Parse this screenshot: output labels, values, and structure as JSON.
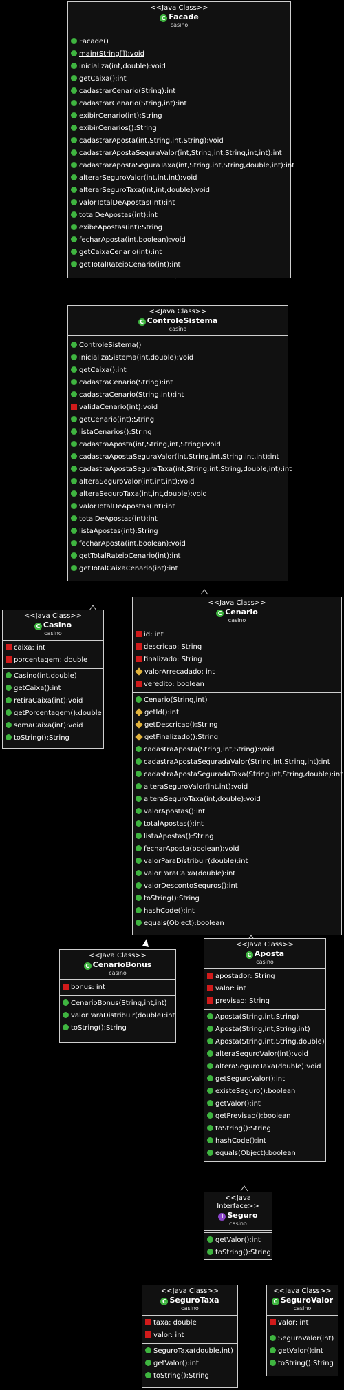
{
  "colors": {
    "public": "#3fb540",
    "private": "#d11b1b",
    "protected": "#e2b33c",
    "interface": "#8a44c8",
    "border": "#cfcfcf",
    "background": "#111111"
  },
  "classes": [
    {
      "id": "facade",
      "stereotype": "<<Java Class>>",
      "badge": "C",
      "name": "Facade",
      "package": "casino",
      "fields": [],
      "methods": [
        {
          "vis": "public",
          "text": "Facade()"
        },
        {
          "vis": "public",
          "text": "main(String[]):void",
          "static": true
        },
        {
          "vis": "public",
          "text": "inicializa(int,double):void"
        },
        {
          "vis": "public",
          "text": "getCaixa():int"
        },
        {
          "vis": "public",
          "text": "cadastrarCenario(String):int"
        },
        {
          "vis": "public",
          "text": "cadastrarCenario(String,int):int"
        },
        {
          "vis": "public",
          "text": "exibirCenario(int):String"
        },
        {
          "vis": "public",
          "text": "exibirCenarios():String"
        },
        {
          "vis": "public",
          "text": "cadastrarAposta(int,String,int,String):void"
        },
        {
          "vis": "public",
          "text": "cadastrarApostaSeguraValor(int,String,int,String,int,int):int"
        },
        {
          "vis": "public",
          "text": "cadastrarApostaSeguraTaxa(int,String,int,String,double,int):int"
        },
        {
          "vis": "public",
          "text": "alterarSeguroValor(int,int,int):void"
        },
        {
          "vis": "public",
          "text": "alterarSeguroTaxa(int,int,double):void"
        },
        {
          "vis": "public",
          "text": "valorTotalDeApostas(int):int"
        },
        {
          "vis": "public",
          "text": "totalDeApostas(int):int"
        },
        {
          "vis": "public",
          "text": "exibeApostas(int):String"
        },
        {
          "vis": "public",
          "text": "fecharAposta(int,boolean):void"
        },
        {
          "vis": "public",
          "text": "getCaixaCenario(int):int"
        },
        {
          "vis": "public",
          "text": "getTotalRateioCenario(int):int"
        }
      ]
    },
    {
      "id": "controle",
      "stereotype": "<<Java Class>>",
      "badge": "C",
      "name": "ControleSistema",
      "package": "casino",
      "fields": [],
      "methods": [
        {
          "vis": "public",
          "text": "ControleSistema()"
        },
        {
          "vis": "public",
          "text": "inicializaSistema(int,double):void"
        },
        {
          "vis": "public",
          "text": "getCaixa():int"
        },
        {
          "vis": "public",
          "text": "cadastraCenario(String):int"
        },
        {
          "vis": "public",
          "text": "cadastraCenario(String,int):int"
        },
        {
          "vis": "private",
          "text": "validaCenario(int):void"
        },
        {
          "vis": "public",
          "text": "getCenario(int):String"
        },
        {
          "vis": "public",
          "text": "listaCenarios():String"
        },
        {
          "vis": "public",
          "text": "cadastraAposta(int,String,int,String):void"
        },
        {
          "vis": "public",
          "text": "cadastraApostaSeguraValor(int,String,int,String,int,int):int"
        },
        {
          "vis": "public",
          "text": "cadastraApostaSeguraTaxa(int,String,int,String,double,int):int"
        },
        {
          "vis": "public",
          "text": "alteraSeguroValor(int,int,int):void"
        },
        {
          "vis": "public",
          "text": "alteraSeguroTaxa(int,int,double):void"
        },
        {
          "vis": "public",
          "text": "valorTotalDeApostas(int):int"
        },
        {
          "vis": "public",
          "text": "totalDeApostas(int):int"
        },
        {
          "vis": "public",
          "text": "listaApostas(int):String"
        },
        {
          "vis": "public",
          "text": "fecharAposta(int,boolean):void"
        },
        {
          "vis": "public",
          "text": "getTotalRateioCenario(int):int"
        },
        {
          "vis": "public",
          "text": "getTotalCaixaCenario(int):int"
        }
      ]
    },
    {
      "id": "casinoClass",
      "stereotype": "<<Java Class>>",
      "badge": "C",
      "name": "Casino",
      "package": "casino",
      "fields": [
        {
          "vis": "private",
          "text": "caixa: int"
        },
        {
          "vis": "private",
          "text": "porcentagem: double"
        }
      ],
      "methods": [
        {
          "vis": "public",
          "text": "Casino(int,double)"
        },
        {
          "vis": "public",
          "text": "getCaixa():int"
        },
        {
          "vis": "public",
          "text": "retiraCaixa(int):void"
        },
        {
          "vis": "public",
          "text": "getPorcentagem():double"
        },
        {
          "vis": "public",
          "text": "somaCaixa(int):void"
        },
        {
          "vis": "public",
          "text": "toString():String"
        }
      ]
    },
    {
      "id": "cenario",
      "stereotype": "<<Java Class>>",
      "badge": "C",
      "name": "Cenario",
      "package": "casino",
      "fields": [
        {
          "vis": "private",
          "text": "id: int"
        },
        {
          "vis": "private",
          "text": "descricao: String"
        },
        {
          "vis": "private",
          "text": "finalizado: String"
        },
        {
          "vis": "protected",
          "text": "valorArrecadado: int"
        },
        {
          "vis": "private",
          "text": "veredito: boolean"
        }
      ],
      "methods": [
        {
          "vis": "public",
          "text": "Cenario(String,int)"
        },
        {
          "vis": "protected",
          "text": "getId():int"
        },
        {
          "vis": "protected",
          "text": "getDescricao():String"
        },
        {
          "vis": "protected",
          "text": "getFinalizado():String"
        },
        {
          "vis": "public",
          "text": "cadastraAposta(String,int,String):void"
        },
        {
          "vis": "public",
          "text": "cadastraApostaSeguradaValor(String,int,String,int):int"
        },
        {
          "vis": "public",
          "text": "cadastraApostaSeguradaTaxa(String,int,String,double):int"
        },
        {
          "vis": "public",
          "text": "alteraSeguroValor(int,int):void"
        },
        {
          "vis": "public",
          "text": "alteraSeguroTaxa(int,double):void"
        },
        {
          "vis": "public",
          "text": "valorApostas():int"
        },
        {
          "vis": "public",
          "text": "totalApostas():int"
        },
        {
          "vis": "public",
          "text": "listaApostas():String"
        },
        {
          "vis": "public",
          "text": "fecharAposta(boolean):void"
        },
        {
          "vis": "public",
          "text": "valorParaDistribuir(double):int"
        },
        {
          "vis": "public",
          "text": "valorParaCaixa(double):int"
        },
        {
          "vis": "public",
          "text": "valorDescontoSeguros():int"
        },
        {
          "vis": "public",
          "text": "toString():String"
        },
        {
          "vis": "public",
          "text": "hashCode():int"
        },
        {
          "vis": "public",
          "text": "equals(Object):boolean"
        }
      ]
    },
    {
      "id": "bonus",
      "stereotype": "<<Java Class>>",
      "badge": "C",
      "name": "CenarioBonus",
      "package": "casino",
      "fields": [
        {
          "vis": "private",
          "text": "bonus: int"
        }
      ],
      "methods": [
        {
          "vis": "public",
          "text": "CenarioBonus(String,int,int)"
        },
        {
          "vis": "public",
          "text": "valorParaDistribuir(double):int"
        },
        {
          "vis": "public",
          "text": "toString():String"
        }
      ]
    },
    {
      "id": "aposta",
      "stereotype": "<<Java Class>>",
      "badge": "C",
      "name": "Aposta",
      "package": "casino",
      "fields": [
        {
          "vis": "private",
          "text": "apostador: String"
        },
        {
          "vis": "private",
          "text": "valor: int"
        },
        {
          "vis": "private",
          "text": "previsao: String"
        }
      ],
      "methods": [
        {
          "vis": "public",
          "text": "Aposta(String,int,String)"
        },
        {
          "vis": "public",
          "text": "Aposta(String,int,String,int)"
        },
        {
          "vis": "public",
          "text": "Aposta(String,int,String,double)"
        },
        {
          "vis": "public",
          "text": "alteraSeguroValor(int):void"
        },
        {
          "vis": "public",
          "text": "alteraSeguroTaxa(double):void"
        },
        {
          "vis": "public",
          "text": "getSeguroValor():int"
        },
        {
          "vis": "public",
          "text": "existeSeguro():boolean"
        },
        {
          "vis": "public",
          "text": "getValor():int"
        },
        {
          "vis": "public",
          "text": "getPrevisao():boolean"
        },
        {
          "vis": "public",
          "text": "toString():String"
        },
        {
          "vis": "public",
          "text": "hashCode():int"
        },
        {
          "vis": "public",
          "text": "equals(Object):boolean"
        }
      ]
    },
    {
      "id": "seguro",
      "stereotype": "<<Java Interface>>",
      "badge": "I",
      "name": "Seguro",
      "package": "casino",
      "fields": [],
      "methods": [
        {
          "vis": "public",
          "text": "getValor():int"
        },
        {
          "vis": "public",
          "text": "toString():String"
        }
      ]
    },
    {
      "id": "seguroTaxa",
      "stereotype": "<<Java Class>>",
      "badge": "C",
      "name": "SeguroTaxa",
      "package": "casino",
      "fields": [
        {
          "vis": "private",
          "text": "taxa: double"
        },
        {
          "vis": "private",
          "text": "valor: int"
        }
      ],
      "methods": [
        {
          "vis": "public",
          "text": "SeguroTaxa(double,int)"
        },
        {
          "vis": "public",
          "text": "getValor():int"
        },
        {
          "vis": "public",
          "text": "toString():String"
        }
      ]
    },
    {
      "id": "seguroValor",
      "stereotype": "<<Java Class>>",
      "badge": "C",
      "name": "SeguroValor",
      "package": "casino",
      "fields": [
        {
          "vis": "private",
          "text": "valor: int"
        }
      ],
      "methods": [
        {
          "vis": "public",
          "text": "SeguroValor(int)"
        },
        {
          "vis": "public",
          "text": "getValor():int"
        },
        {
          "vis": "public",
          "text": "toString():String"
        }
      ]
    }
  ]
}
